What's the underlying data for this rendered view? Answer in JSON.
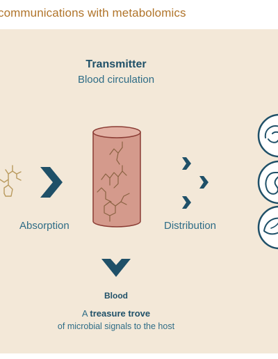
{
  "header": {
    "title": "communications with metabolomics"
  },
  "transmitter": {
    "title": "Transmitter",
    "subtitle": "Blood circulation"
  },
  "labels": {
    "absorption": "Absorption",
    "distribution": "Distribution",
    "blood": "Blood",
    "treasure_prefix": "A ",
    "treasure_bold": "treasure trove",
    "signals": "of microbial signals to the host"
  },
  "colors": {
    "background": "#f3e8d8",
    "title": "#b0742a",
    "heading": "#1f5068",
    "text": "#2e6c86",
    "arrow": "#1f5068",
    "cylinder": "#d49a8c",
    "molecule": "#b99a5e"
  },
  "icons": [
    "molecule-icon",
    "chevron-right-icon",
    "chevron-down-icon",
    "brain-organ-icon",
    "kidney-organ-icon",
    "liver-organ-icon"
  ]
}
